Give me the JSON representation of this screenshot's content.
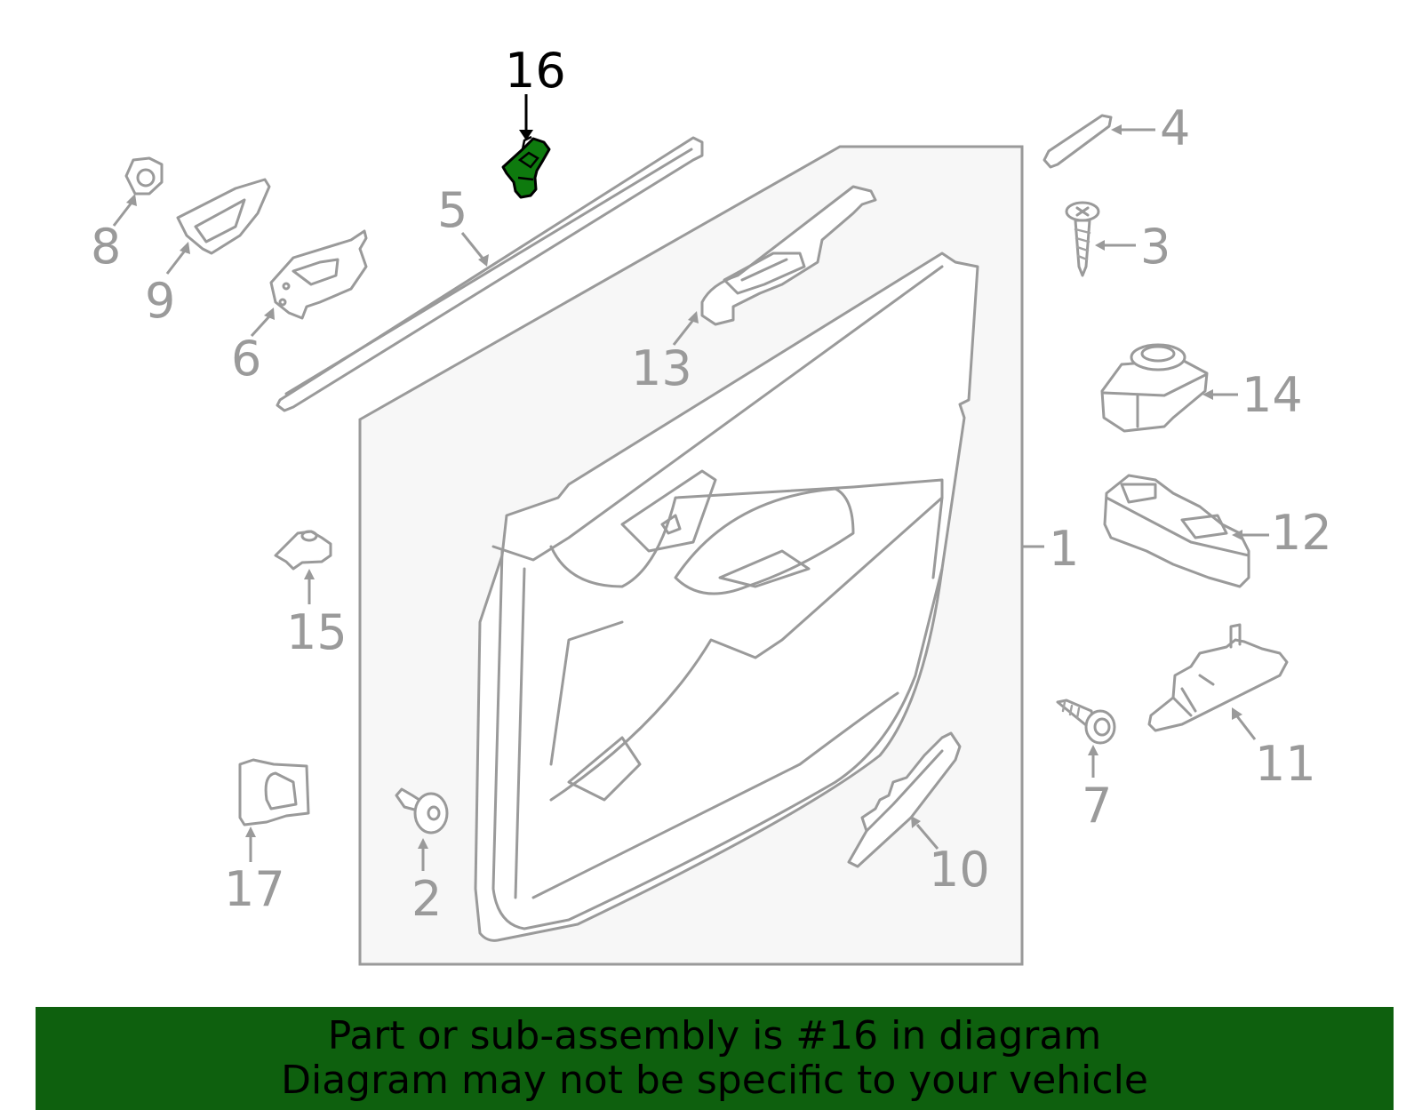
{
  "diagram": {
    "highlight_part": "16",
    "callouts": [
      "1",
      "2",
      "3",
      "4",
      "5",
      "6",
      "7",
      "8",
      "9",
      "10",
      "11",
      "12",
      "13",
      "14",
      "15",
      "16",
      "17"
    ],
    "highlight_color": "#0e7a0e"
  },
  "banner": {
    "line1": "Part or sub-assembly is #16 in diagram",
    "line2": "Diagram may not be specific to your vehicle",
    "background": "#0e600e"
  }
}
